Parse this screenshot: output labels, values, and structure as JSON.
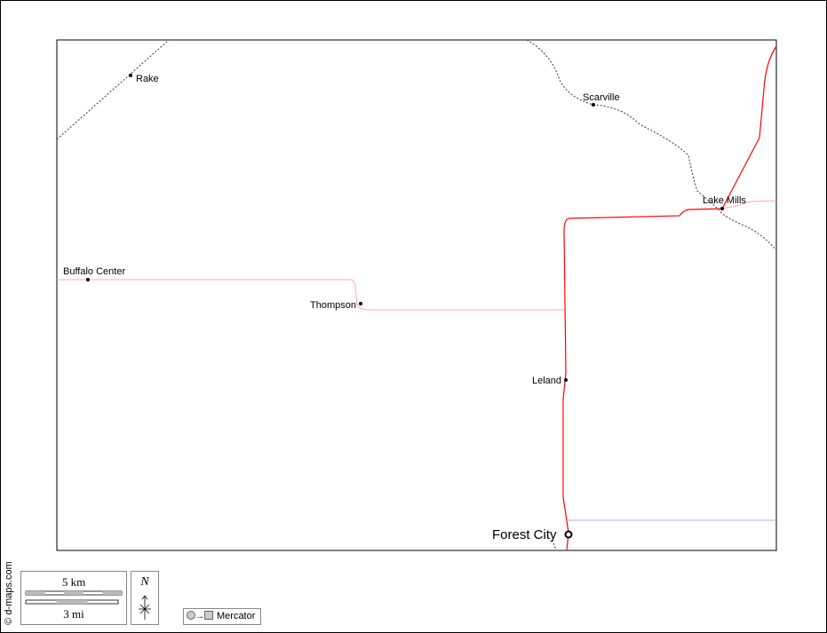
{
  "places": {
    "rake": "Rake",
    "scarville": "Scarville",
    "lake_mills": "Lake Mills",
    "buffalo_center": "Buffalo Center",
    "thompson": "Thompson",
    "leland": "Leland",
    "forest_city": "Forest City"
  },
  "credit": "© d-maps.com",
  "scale": {
    "km": "5 km",
    "mi": "3 mi"
  },
  "north": "N",
  "projection": "Mercator",
  "colors": {
    "road_major": "#ff0000",
    "road_minor": "#ffb0b0",
    "border": "#333333"
  }
}
